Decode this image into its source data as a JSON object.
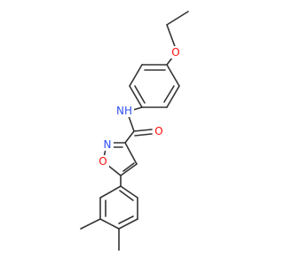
{
  "figure": {
    "type": "chemical-structure",
    "colors": {
      "bond": "#333333",
      "oxygen": "#ff0d0d",
      "nitrogen": "#3050f8",
      "background": "#ffffff"
    }
  },
  "atom_labels": {
    "ether_oxygen": "O",
    "amide_nh": "NH",
    "carbonyl_oxygen": "O",
    "ring_nitrogen": "N",
    "ring_oxygen": "O"
  }
}
